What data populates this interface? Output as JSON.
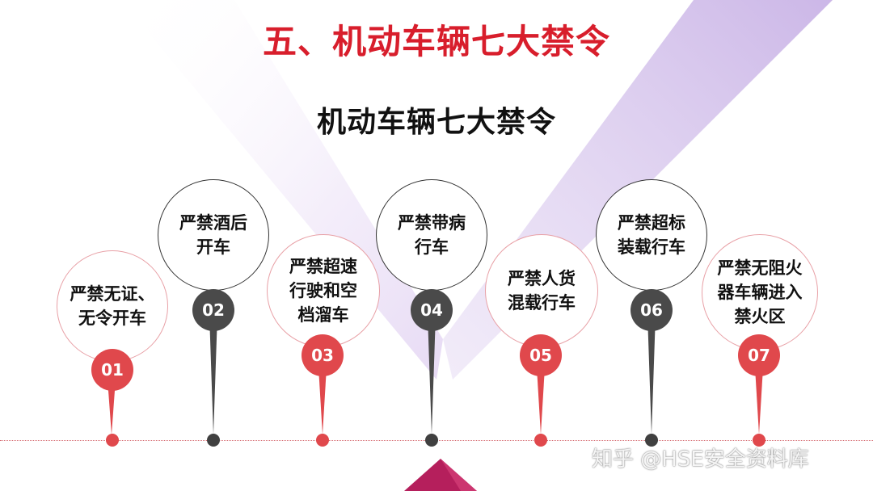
{
  "header": {
    "title": "五、机动车辆七大禁令",
    "subtitle": "机动车辆七大禁令"
  },
  "items": [
    {
      "number": "01",
      "text": "严禁无证、\n无令开车",
      "color": "#e0484c"
    },
    {
      "number": "02",
      "text": "严禁酒后\n开车",
      "color": "#4a4a4a"
    },
    {
      "number": "03",
      "text": "严禁超速\n行驶和空\n档溜车",
      "color": "#e0484c"
    },
    {
      "number": "04",
      "text": "严禁带病\n行车",
      "color": "#4a4a4a"
    },
    {
      "number": "05",
      "text": "严禁人货\n混载行车",
      "color": "#e0484c"
    },
    {
      "number": "06",
      "text": "严禁超标\n装载行车",
      "color": "#4a4a4a"
    },
    {
      "number": "07",
      "text": "严禁无阻火\n器车辆进入\n禁火区",
      "color": "#e0484c"
    }
  ],
  "watermark": "知乎 @HSE安全资料库",
  "colors": {
    "accent_red": "#d81e2c",
    "pin_red": "#e0484c",
    "pin_gray": "#4a4a4a",
    "background_v": "#c9b3e6"
  }
}
